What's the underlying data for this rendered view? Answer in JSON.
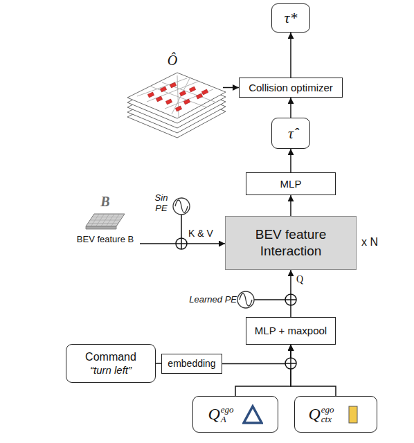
{
  "diagram": {
    "nodes": [
      {
        "text": [
          "τ*"
        ]
      },
      {
        "text": [
          "Collision optimizer"
        ]
      },
      {
        "text": [
          "Ô"
        ]
      },
      {
        "text": [
          "τ̂"
        ]
      },
      {
        "text": [
          "MLP"
        ]
      },
      {
        "text": [
          "BEV feature Interaction"
        ]
      },
      {
        "text": [
          "B",
          "BEV feature B"
        ]
      },
      {
        "text": [
          "MLP + maxpool"
        ]
      },
      {
        "text": [
          "Command",
          "“turn left”"
        ]
      },
      {
        "text": [
          "embedding"
        ]
      },
      {
        "text": [
          "Q",
          "ego",
          "A"
        ]
      },
      {
        "text": [
          "Q",
          "ego",
          "ctx"
        ]
      }
    ],
    "edges": [
      {
        "from": 10,
        "to": 7,
        "arrow": "to"
      },
      {
        "from": 11,
        "to": 7,
        "arrow": "to"
      },
      {
        "from": 8,
        "to": 9,
        "arrow": "none"
      },
      {
        "from": 9,
        "to": 7,
        "arrow": "to"
      },
      {
        "from": 7,
        "to": 5,
        "arrow": "to",
        "label": "Q"
      },
      {
        "from": 6,
        "to": 5,
        "arrow": "to",
        "label": "K & V"
      },
      {
        "from": 5,
        "to": 4,
        "arrow": "to"
      },
      {
        "from": 4,
        "to": 3,
        "arrow": "to"
      },
      {
        "from": 3,
        "to": 1,
        "arrow": "to"
      },
      {
        "from": 2,
        "to": 1,
        "arrow": "to"
      },
      {
        "from": 1,
        "to": 0,
        "arrow": "to"
      }
    ],
    "labels": [
      "x N",
      "Sin PE",
      "Learned PE"
    ]
  }
}
